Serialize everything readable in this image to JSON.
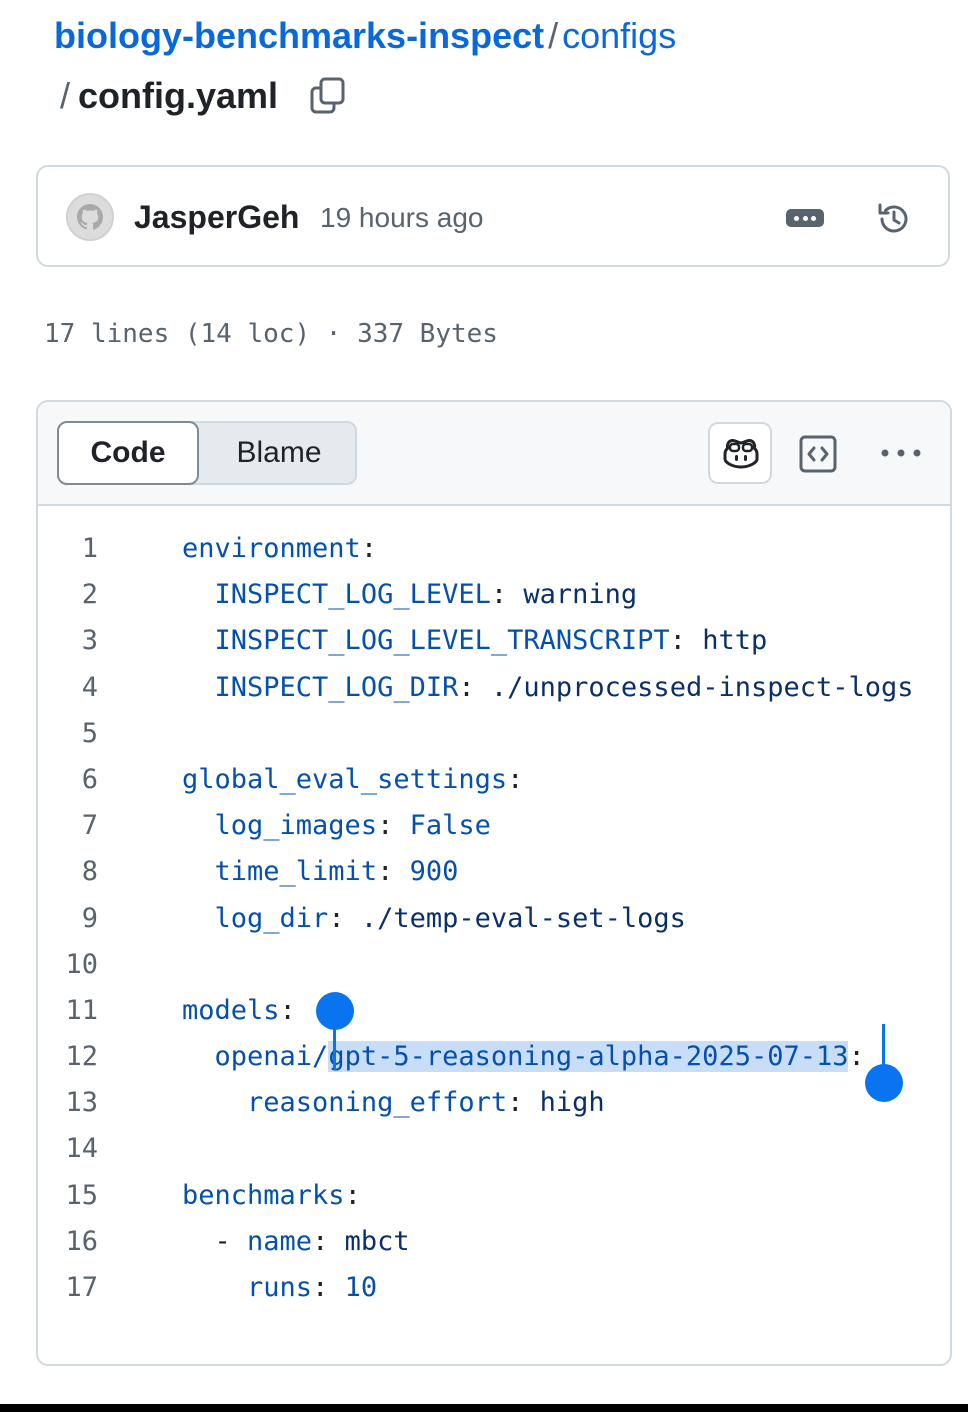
{
  "breadcrumb": {
    "repo": "biology-benchmarks-inspect",
    "separator": "/",
    "folder": "configs",
    "file": "config.yaml"
  },
  "commit": {
    "author": "JasperGeh",
    "time": "19 hours ago",
    "avatar_icon": "github-avatar-icon",
    "more_icon": "ellipsis-badge-icon",
    "history_icon": "history-icon"
  },
  "file_info": {
    "text": "17 lines (14 loc) · 337 Bytes"
  },
  "viewer": {
    "tabs": [
      {
        "label": "Code",
        "selected": true
      },
      {
        "label": "Blame",
        "selected": false
      }
    ],
    "actions": [
      "copilot-icon",
      "raw-code-icon",
      "kebab-menu-icon"
    ]
  },
  "code": {
    "lines": [
      {
        "n": "1",
        "indent": "",
        "key": "environment",
        "colon": ":",
        "value": ""
      },
      {
        "n": "2",
        "indent": "  ",
        "key": "INSPECT_LOG_LEVEL",
        "colon": ":",
        "value": " warning"
      },
      {
        "n": "3",
        "indent": "  ",
        "key": "INSPECT_LOG_LEVEL_TRANSCRIPT",
        "colon": ":",
        "value": " http"
      },
      {
        "n": "4",
        "indent": "  ",
        "key": "INSPECT_LOG_DIR",
        "colon": ":",
        "value": " ./unprocessed-inspect-logs"
      },
      {
        "n": "5",
        "indent": "",
        "key": "",
        "colon": "",
        "value": ""
      },
      {
        "n": "6",
        "indent": "",
        "key": "global_eval_settings",
        "colon": ":",
        "value": ""
      },
      {
        "n": "7",
        "indent": "  ",
        "key": "log_images",
        "colon": ":",
        "value": " False",
        "value_kind": "n"
      },
      {
        "n": "8",
        "indent": "  ",
        "key": "time_limit",
        "colon": ":",
        "value": " 900",
        "value_kind": "n"
      },
      {
        "n": "9",
        "indent": "  ",
        "key": "log_dir",
        "colon": ":",
        "value": " ./temp-eval-set-logs"
      },
      {
        "n": "10",
        "indent": "",
        "key": "",
        "colon": "",
        "value": ""
      },
      {
        "n": "11",
        "indent": "",
        "key": "models",
        "colon": ":",
        "value": ""
      },
      {
        "n": "12",
        "indent": "  ",
        "key_prefix": "openai/",
        "key_selected": "gpt-5-reasoning-alpha-2025-07-13",
        "colon": ":",
        "value": ""
      },
      {
        "n": "13",
        "indent": "    ",
        "key": "reasoning_effort",
        "colon": ":",
        "value": " high"
      },
      {
        "n": "14",
        "indent": "",
        "key": "",
        "colon": "",
        "value": ""
      },
      {
        "n": "15",
        "indent": "",
        "key": "benchmarks",
        "colon": ":",
        "value": ""
      },
      {
        "n": "16",
        "indent": "  ",
        "dash": "- ",
        "key": "name",
        "colon": ":",
        "value": " mbct"
      },
      {
        "n": "17",
        "indent": "    ",
        "key": "runs",
        "colon": ":",
        "value": " 10",
        "value_kind": "n"
      }
    ]
  },
  "colors": {
    "link": "#0969da",
    "key": "#0550ae",
    "string": "#0a3069",
    "selection": "#c8def8",
    "selection_handle": "#0a73f0"
  }
}
